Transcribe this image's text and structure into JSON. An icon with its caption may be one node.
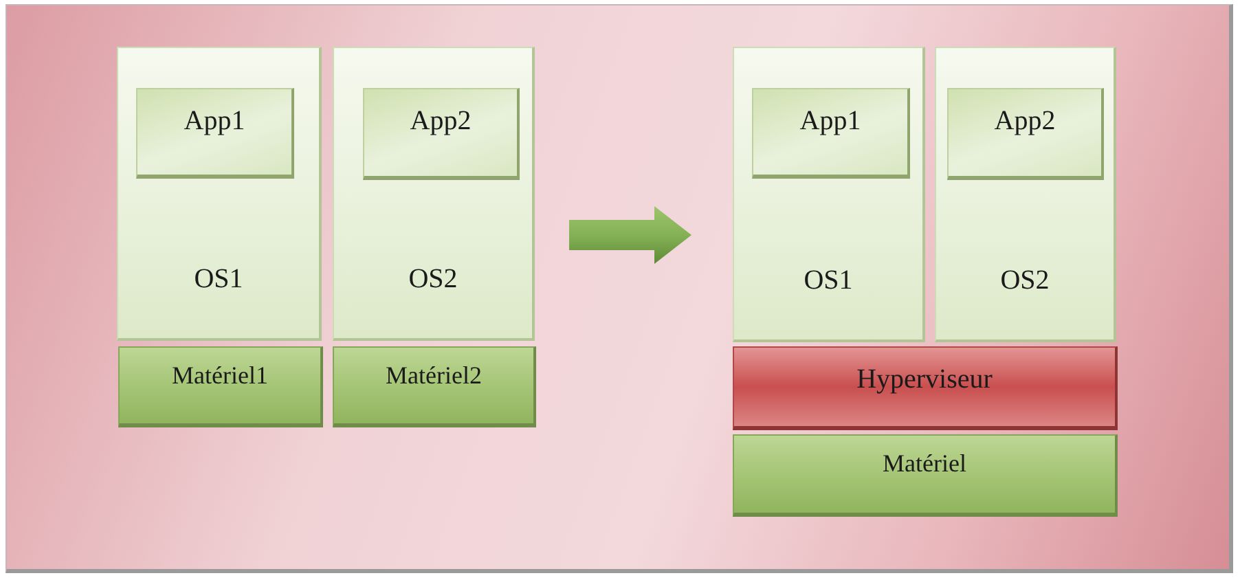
{
  "diagram": {
    "nodes": [
      {
        "text": [
          "OS1"
        ]
      },
      {
        "text": [
          "App1"
        ],
        "in": 0
      },
      {
        "text": [
          "OS2"
        ]
      },
      {
        "text": [
          "App2"
        ],
        "in": 2
      },
      {
        "text": [
          "Matériel1"
        ]
      },
      {
        "text": [
          "Matériel2"
        ]
      },
      {
        "text": [
          "OS1"
        ]
      },
      {
        "text": [
          "App1"
        ],
        "in": 6
      },
      {
        "text": [
          "OS2"
        ]
      },
      {
        "text": [
          "App2"
        ],
        "in": 8
      },
      {
        "text": [
          "Hyperviseur"
        ]
      },
      {
        "text": [
          "Matériel"
        ]
      }
    ]
  }
}
